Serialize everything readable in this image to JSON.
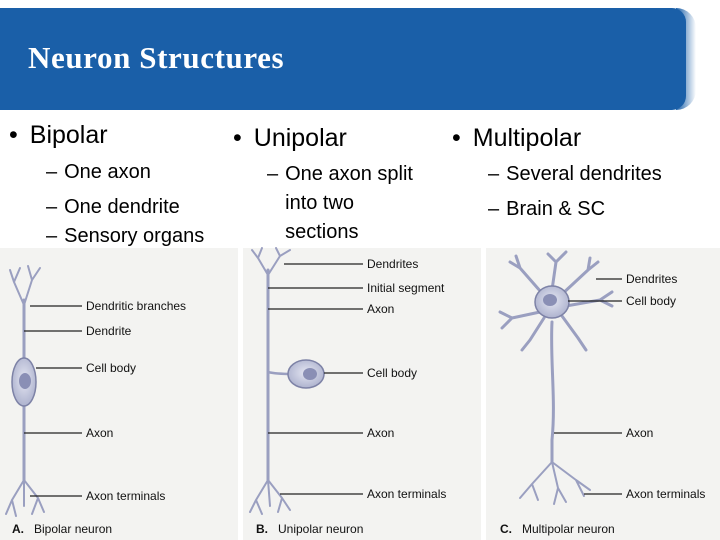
{
  "title": "Neuron Structures",
  "columns": [
    {
      "heading": "Bipolar",
      "items": [
        "One axon",
        "One dendrite",
        "Sensory organs"
      ]
    },
    {
      "heading": "Unipolar",
      "items": [
        "One axon split into two sections"
      ]
    },
    {
      "heading": "Multipolar",
      "items": [
        "Several dendrites",
        "Brain & SC"
      ]
    }
  ],
  "bullet_char": "•",
  "dash_char": "–",
  "diagram": {
    "bipolar": {
      "labels": [
        "Dendritic branches",
        "Dendrite",
        "Cell body",
        "Axon",
        "Axon terminals"
      ],
      "caption_letter": "A.",
      "caption": "Bipolar neuron"
    },
    "unipolar": {
      "labels": [
        "Dendrites",
        "Initial segment",
        "Axon",
        "Cell body",
        "Axon",
        "Axon terminals"
      ],
      "caption_letter": "B.",
      "caption": "Unipolar neuron"
    },
    "multipolar": {
      "labels": [
        "Dendrites",
        "Cell body",
        "Axon",
        "Axon terminals"
      ],
      "caption_letter": "C.",
      "caption": "Multipolar neuron"
    }
  },
  "colors": {
    "title_bar": "#1a5fa8",
    "neuron_fill": "#c9cde3",
    "neuron_stroke": "#7d82a6",
    "nucleus": "#8a8fb5",
    "leader_line": "#222222"
  }
}
